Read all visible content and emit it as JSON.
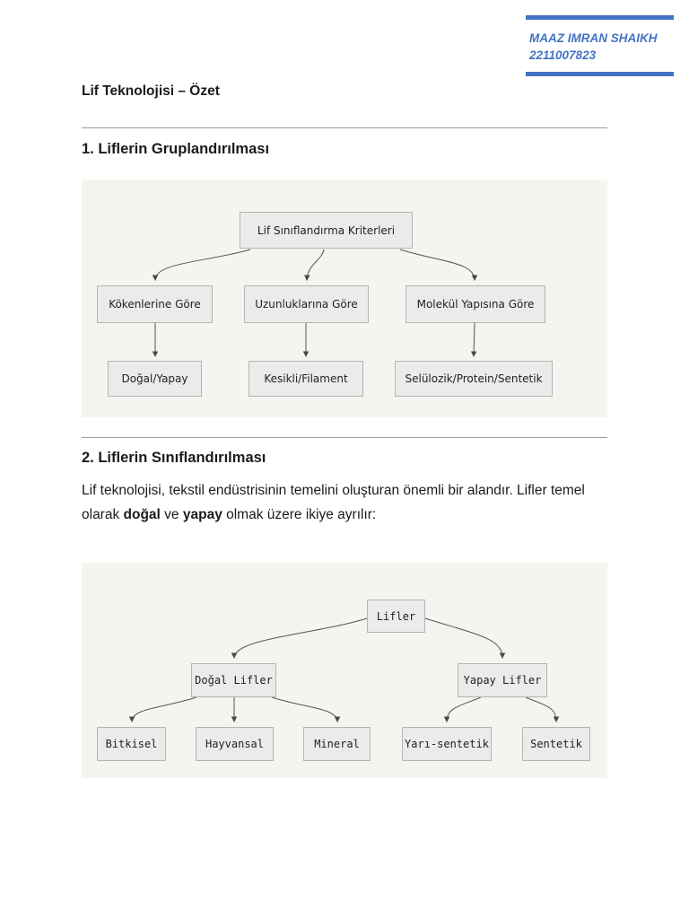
{
  "header": {
    "author": "MAAZ IMRAN SHAIKH",
    "student_id": "2211007823"
  },
  "document": {
    "title": "Lif Teknolojisi – Özet"
  },
  "sections": [
    {
      "heading": "1. Liflerin Gruplandırılması"
    },
    {
      "heading": "2. Liflerin Sınıflandırılması",
      "paragraph": {
        "part1": "Lif teknolojisi, tekstil endüstrisinin temelini oluşturan önemli bir alandır. Lifler temel olarak ",
        "bold1": "doğal",
        "part2": " ve ",
        "bold2": "yapay",
        "part3": " olmak üzere ikiye ayrılır:"
      }
    }
  ],
  "diagram1": {
    "nodes": {
      "root": "Lif Sınıflandırma Kriterleri",
      "criteria1": "Kökenlerine Göre",
      "criteria2": "Uzunluklarına Göre",
      "criteria3": "Molekül Yapısına Göre",
      "leaf1": "Doğal/Yapay",
      "leaf2": "Kesikli/Filament",
      "leaf3": "Selülozik/Protein/Sentetik"
    }
  },
  "diagram2": {
    "nodes": {
      "root": "Lifler",
      "natural": "Doğal Lifler",
      "artificial": "Yapay Lifler",
      "leaf1": "Bitkisel",
      "leaf2": "Hayvansal",
      "leaf3": "Mineral",
      "leaf4": "Yarı-sentetik",
      "leaf5": "Sentetik"
    }
  },
  "colors": {
    "accent_blue": "#4472C4",
    "panel_background": "#f6f4ef",
    "node_fill": "#ebebeb",
    "node_border": "#b5b5b5",
    "arrow": "#555555",
    "rule": "#9e9e9e"
  }
}
